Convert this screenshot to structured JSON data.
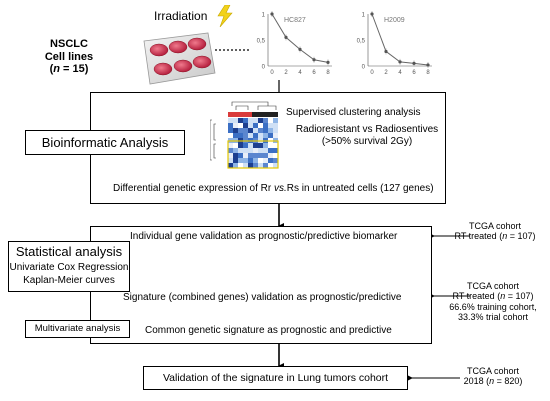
{
  "nsclc": {
    "line1": "NSCLC",
    "line2": "Cell lines",
    "n_label": "n",
    "n_value": "= 15"
  },
  "irradiation": {
    "label": "Irradiation"
  },
  "survival_charts": [
    {
      "title": "HC827",
      "y_ticks": [
        "1",
        "0,5",
        "0"
      ],
      "x_ticks": [
        "0",
        "2",
        "4",
        "6",
        "8"
      ],
      "values": [
        1.0,
        0.55,
        0.32,
        0.12,
        0.07
      ]
    },
    {
      "title": "H2009",
      "y_ticks": [
        "1",
        "0,5",
        "0"
      ],
      "x_ticks": [
        "0",
        "2",
        "4",
        "6",
        "8"
      ],
      "values": [
        1.0,
        0.28,
        0.08,
        0.05,
        0.02
      ]
    }
  ],
  "bioinformatic": {
    "label": "Bioinformatic Analysis",
    "supervised": "Supervised clustering analysis",
    "radio_line1": "Radioresistant vs Radiosentives",
    "radio_line2": "(>50% survival 2Gy)",
    "differential_pre": "Differential genetic expression of Rr ",
    "differential_vs": "vs.",
    "differential_post": "Rs in untreated cells (127 genes)"
  },
  "statistical": {
    "title": "Statistical analysis",
    "line1": "Univariate Cox Regression",
    "line2": "Kaplan-Meier curves",
    "individual": "Individual gene validation as prognostic/predictive biomarker",
    "signature": "Signature (combined genes) validation as prognostic/predictive"
  },
  "multivariate": {
    "label": "Multivariate analysis",
    "common": "Common genetic signature as prognostic and predictive"
  },
  "validation": {
    "label": "Validation of the signature in Lung tumors cohort"
  },
  "cohorts": {
    "c1_line1": "TCGA cohort",
    "c1_line2_pre": "RT treated (",
    "c1_n": "n",
    "c1_line2_post": " = 107)",
    "c2_line1": "TCGA cohort",
    "c2_line2_pre": "RT treated (",
    "c2_n": "n",
    "c2_line2_post": " = 107)",
    "c2_line3": "66.6% training cohort,",
    "c2_line4": "33.3% trial cohort",
    "c3_line1": "TCGA cohort",
    "c3_line2_pre": "2018 (",
    "c3_n": "n",
    "c3_line2_post": " = 820)"
  }
}
